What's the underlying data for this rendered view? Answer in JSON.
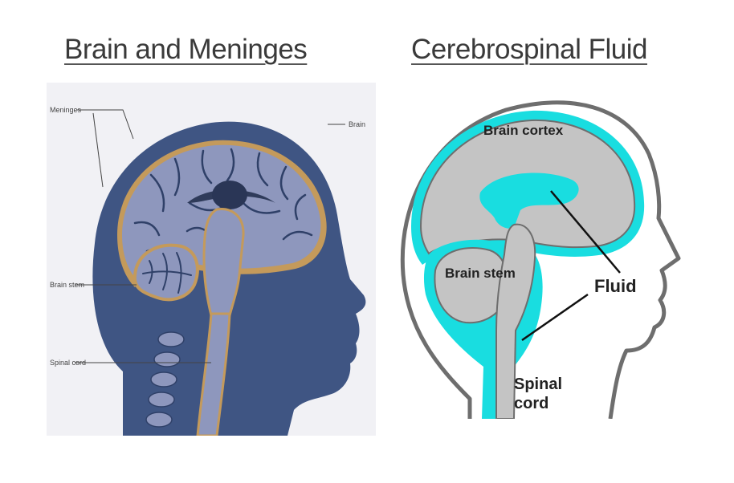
{
  "panels": {
    "left": {
      "title": "Brain and Meninges",
      "labels": {
        "meninges": "Meninges",
        "brain": "Brain",
        "brain_stem": "Brain stem",
        "spinal_cord": "Spinal cord"
      }
    },
    "right": {
      "title": "Cerebrospinal Fluid",
      "labels": {
        "brain_cortex": "Brain cortex",
        "brain_stem": "Brain stem",
        "fluid": "Fluid",
        "spinal": "Spinal",
        "cord": "cord"
      }
    }
  },
  "colors": {
    "head_navy": "#3f5583",
    "brain_lavender": "#8e97bd",
    "meninges_orange": "#c49a5b",
    "fluid_cyan": "#19dde0",
    "tissue_gray": "#c4c4c4",
    "outline_gray": "#6e6e6e"
  }
}
